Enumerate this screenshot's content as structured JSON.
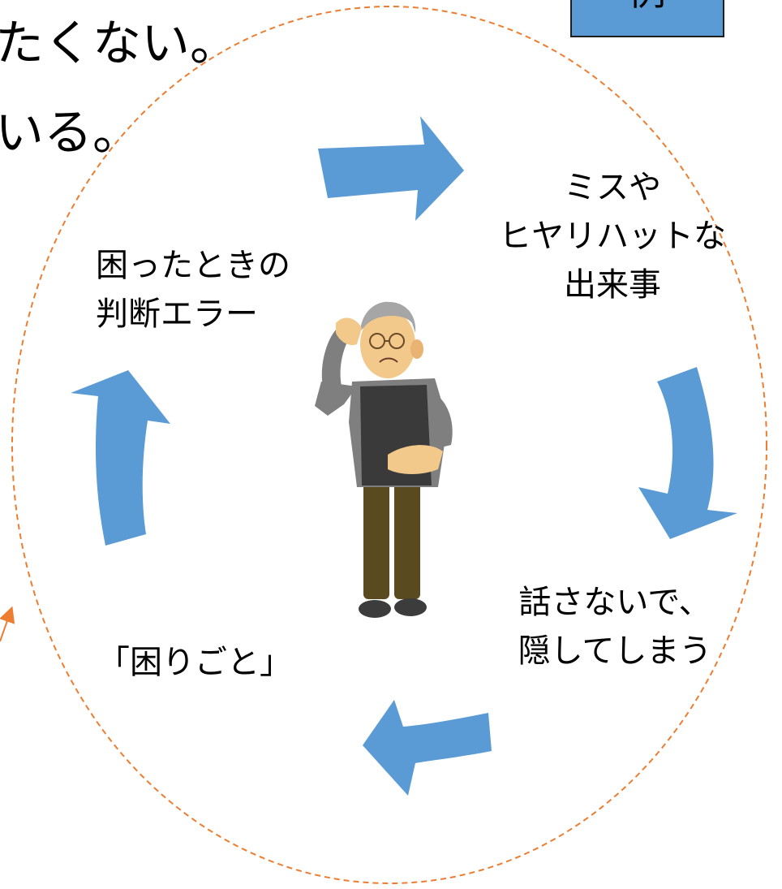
{
  "heading": {
    "line1": "たくない。",
    "line2": "いる。"
  },
  "badge": {
    "label": "例"
  },
  "cycle": {
    "problem_judgment": [
      "困ったときの",
      "判断エラー"
    ],
    "mistake_event": [
      "ミスや",
      "ヒヤリハットな",
      "出来事"
    ],
    "hiding": [
      "話さないで、",
      "隠してしまう"
    ],
    "trouble": "「困りごと」"
  },
  "colors": {
    "arrow": "#5b9bd5",
    "dashed_ellipse": "#ed7d31",
    "badge_fill": "#5b9bd5"
  }
}
